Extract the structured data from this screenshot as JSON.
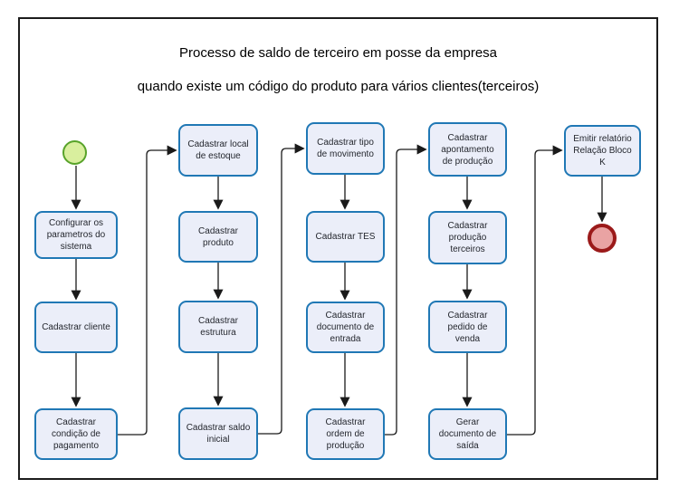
{
  "title": {
    "line1": "Processo de saldo de terceiro em posse da empresa",
    "line2": "quando existe um código do produto para vários clientes(terceiros)"
  },
  "nodes": [
    {
      "id": "configurar-parametros",
      "label": "Configurar os parametros do sistema"
    },
    {
      "id": "cadastrar-cliente",
      "label": "Cadastrar cliente"
    },
    {
      "id": "cadastrar-condicao-pagamento",
      "label": "Cadastrar condição de pagamento"
    },
    {
      "id": "cadastrar-local-estoque",
      "label": "Cadastrar local de estoque"
    },
    {
      "id": "cadastrar-produto",
      "label": "Cadastrar produto"
    },
    {
      "id": "cadastrar-estrutura",
      "label": "Cadastrar estrutura"
    },
    {
      "id": "cadastrar-saldo-inicial",
      "label": "Cadastrar saldo inicial"
    },
    {
      "id": "cadastrar-tipo-movimento",
      "label": "Cadastrar tipo de movimento"
    },
    {
      "id": "cadastrar-tes",
      "label": "Cadastrar TES"
    },
    {
      "id": "cadastrar-documento-entrada",
      "label": "Cadastrar documento de entrada"
    },
    {
      "id": "cadastrar-ordem-producao",
      "label": "Cadastrar ordem de produção"
    },
    {
      "id": "cadastrar-apontamento-producao",
      "label": "Cadastrar apontamento de produção"
    },
    {
      "id": "cadastrar-producao-terceiros",
      "label": "Cadastrar produção terceiros"
    },
    {
      "id": "cadastrar-pedido-venda",
      "label": "Cadastrar pedido de venda"
    },
    {
      "id": "gerar-documento-saida",
      "label": "Gerar documento de saída"
    },
    {
      "id": "emitir-relatorio-bloco-k",
      "label": "Emitir relatório Relação Bloco K"
    }
  ],
  "events": {
    "start": "start-event",
    "end": "end-event"
  },
  "colors": {
    "box_fill": "#ebeef9",
    "box_border": "#2078b5",
    "box_text": "#24272e",
    "start_fill": "#d9ef9e",
    "start_border": "#58a32a",
    "end_fill": "#e9a3a3",
    "end_border": "#9b1a1a",
    "line": "#1a1a1a",
    "frame_border": "#1c1c1c"
  }
}
